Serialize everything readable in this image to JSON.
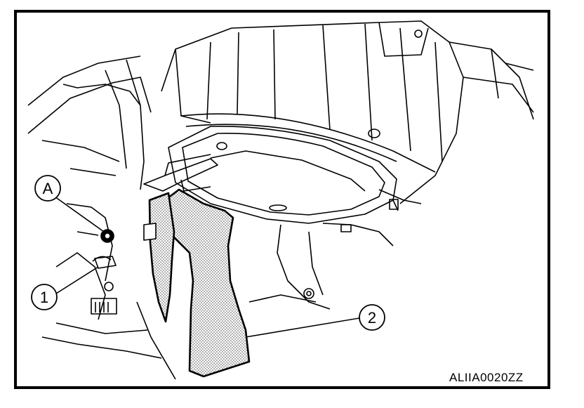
{
  "figure": {
    "code": "ALIIA0020ZZ",
    "callouts": [
      {
        "id": "A",
        "label": "A"
      },
      {
        "id": "1",
        "label": "1"
      },
      {
        "id": "2",
        "label": "2"
      }
    ],
    "colors": {
      "line": "#000000",
      "shaded": "#bdbdbd",
      "background": "#ffffff"
    }
  }
}
